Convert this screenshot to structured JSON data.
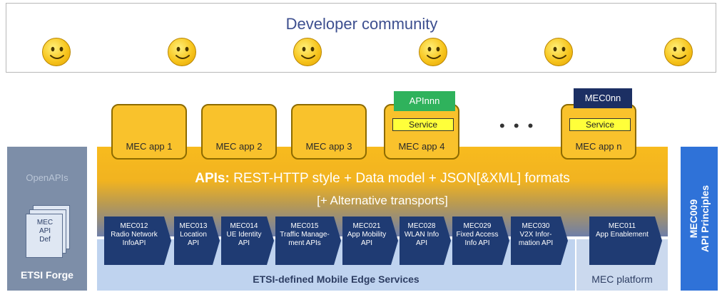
{
  "community": {
    "title": "Developer community",
    "smiley_count": 6
  },
  "apps": [
    {
      "label": "MEC app 1"
    },
    {
      "label": "MEC app 2"
    },
    {
      "label": "MEC app 3"
    },
    {
      "label": "MEC app 4",
      "service": "Service"
    },
    {
      "label": "MEC app n",
      "service": "Service"
    }
  ],
  "ellipsis": "• • •",
  "tags": {
    "apinnn": "APInnn",
    "mec0nn": "MEC0nn"
  },
  "api_band": {
    "bold_prefix": "APIs:",
    "line1_rest": " REST-HTTP style + Data model + JSON[&XML] formats",
    "line2": "[+ Alternative transports]"
  },
  "left_panel": {
    "openapis": "OpenAPIs",
    "doc_text": "MEC\nAPI\nDef",
    "forge": "ETSI Forge"
  },
  "right_panel": {
    "line1": "MEC009",
    "line2": "API Principles"
  },
  "services": [
    {
      "id": "MEC012",
      "desc": "Radio Network InfoAPI"
    },
    {
      "id": "MEC013",
      "desc": "Location API"
    },
    {
      "id": "MEC014",
      "desc": "UE Identity API"
    },
    {
      "id": "MEC015",
      "desc": "Traffic Manage-ment APIs"
    },
    {
      "id": "MEC021",
      "desc": "App Mobility API"
    },
    {
      "id": "MEC028",
      "desc": "WLAN Info API"
    },
    {
      "id": "MEC029",
      "desc": "Fixed Access Info API"
    },
    {
      "id": "MEC030",
      "desc": "V2X Infor-mation API"
    }
  ],
  "platform_service": {
    "id": "MEC011",
    "desc": "App Enablement"
  },
  "strips": {
    "mes": "ETSI-defined Mobile Edge Services",
    "platform": "MEC platform"
  },
  "colors": {
    "app_fill": "#f9c22c",
    "service_fill": "#ffff3a",
    "mec_box": "#1f3b73",
    "apinnn_tag": "#2fb25c",
    "mec0nn_tag": "#1c2f63",
    "api_principles": "#2f72d8",
    "forge_panel": "#7d8ea8"
  }
}
